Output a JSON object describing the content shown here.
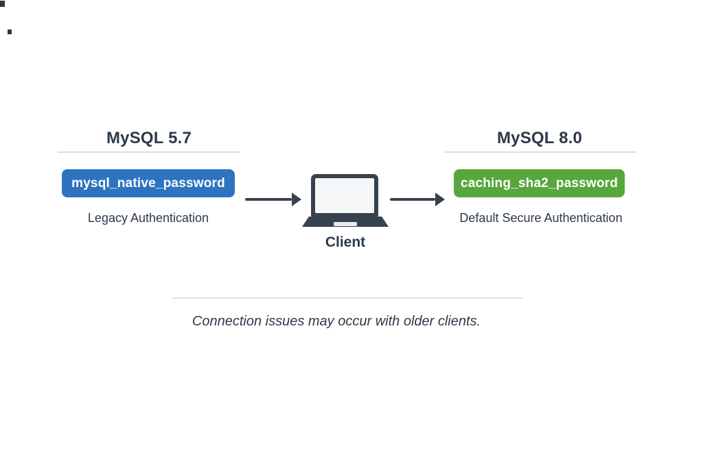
{
  "diagram": {
    "left": {
      "heading": "MySQL 5.7",
      "plugin": "mysql_native_password",
      "caption": "Legacy Authentication",
      "badge_color": "#2e73c0"
    },
    "right": {
      "heading": "MySQL 8.0",
      "plugin": "caching_sha2_password",
      "caption": "Default Secure Authentication",
      "badge_color": "#57a73c"
    },
    "center": {
      "icon": "laptop-icon",
      "label": "Client"
    },
    "note": "Connection issues may occur with older clients.",
    "colors": {
      "background": "#ffffff",
      "text_dark": "#2c3949",
      "icon_and_arrow_slate": "#37424e",
      "badge_text": "#ffffff",
      "heading_underline": "#d8dce1",
      "note_divider": "#dde1e6"
    }
  }
}
